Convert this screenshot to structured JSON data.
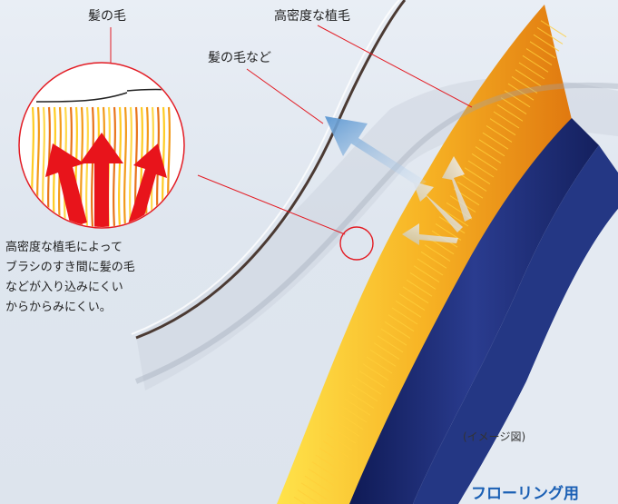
{
  "labels": {
    "hair": "髪の毛",
    "dense_bristles": "高密度な植毛",
    "hair_etc": "髪の毛など",
    "image_note": "(イメージ図)",
    "footer_title": "フローリング用"
  },
  "caption": {
    "lines": [
      "高密度な植毛によって",
      "ブラシのすき間に髪の毛",
      "などが入り込みにくい",
      "からからみにくい。"
    ]
  },
  "colors": {
    "background": "#e4eaf2",
    "brush_base": "#1c2a6b",
    "bristle_orange": "#f5a623",
    "bristle_yellow": "#ffd21f",
    "callout_red": "#e31b23",
    "arrow_blue": "#6fa4d6",
    "footer_blue": "#1a5fb4"
  }
}
